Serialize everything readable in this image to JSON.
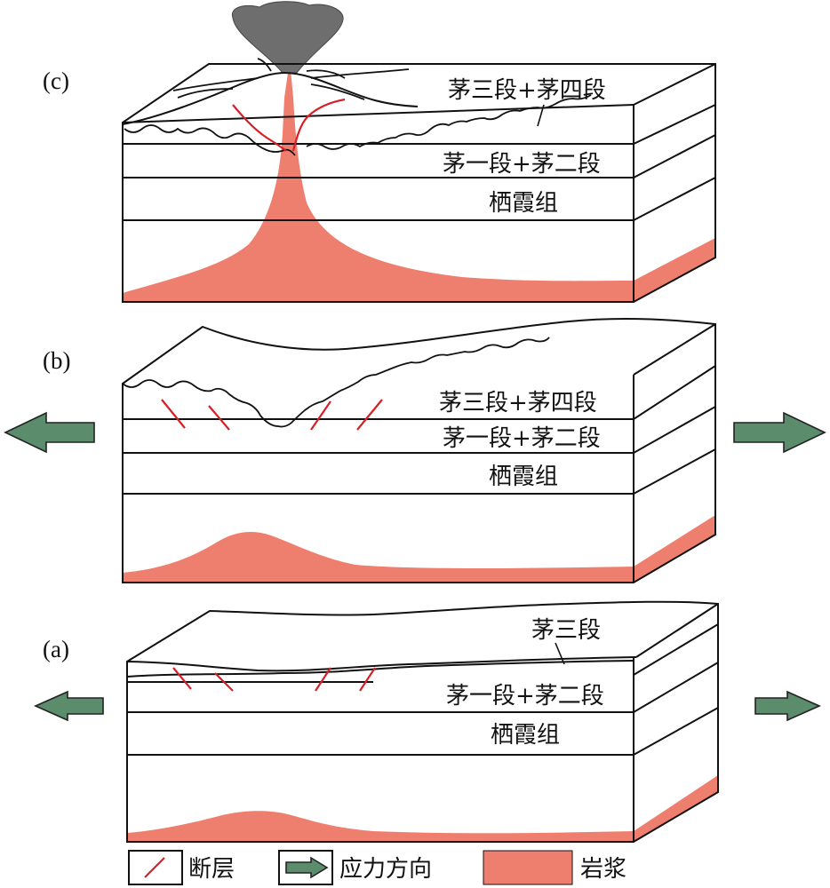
{
  "panels": {
    "c": {
      "label": "(c)",
      "layer_top": "茅三段+茅四段",
      "layer_mid": "茅一段+茅二段",
      "layer_low": "栖霞组"
    },
    "b": {
      "label": "(b)",
      "layer_top": "茅三段+茅四段",
      "layer_mid": "茅一段+茅二段",
      "layer_low": "栖霞组"
    },
    "a": {
      "label": "(a)",
      "layer_top": "茅三段",
      "layer_mid": "茅一段+茅二段",
      "layer_low": "栖霞组"
    }
  },
  "legend": {
    "fault": "断层",
    "stress": "应力方向",
    "magma": "岩浆"
  },
  "colors": {
    "magma": "#ee7f6e",
    "fault": "#d71f28",
    "arrow": "#5b8c6c",
    "volcanic_ash": "#6e6e6e"
  }
}
